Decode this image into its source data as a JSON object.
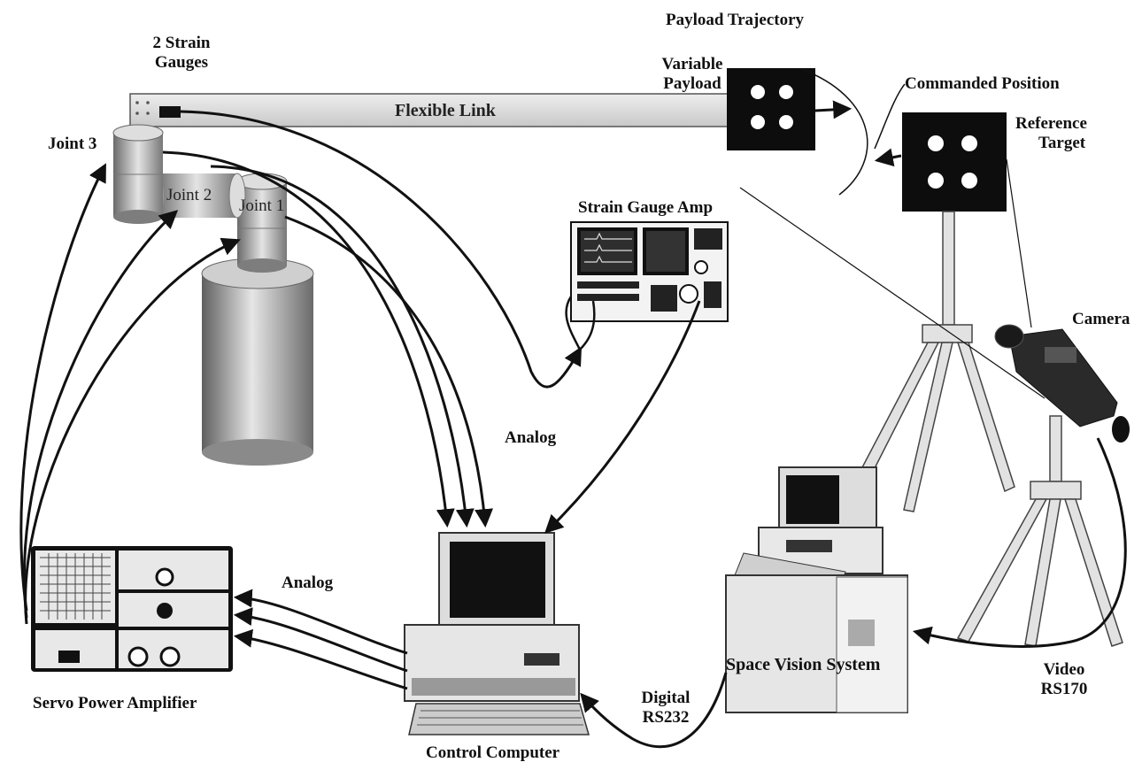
{
  "labels": {
    "strain_gauges_line1": "2 Strain",
    "strain_gauges_line2": "Gauges",
    "payload_trajectory": "Payload Trajectory",
    "variable_payload_line1": "Variable",
    "variable_payload_line2": "Payload",
    "commanded_position": "Commanded  Position",
    "reference_target_line1": "Reference",
    "reference_target_line2": "Target",
    "flexible_link": "Flexible Link",
    "joint_3": "Joint 3",
    "joint_2": "Joint 2",
    "joint_1": "Joint 1",
    "strain_gauge_amp": "Strain Gauge Amp",
    "camera": "Camera",
    "analog_upper": "Analog",
    "analog_lower": "Analog",
    "servo_power_amplifier": "Servo Power Amplifier",
    "control_computer": "Control Computer",
    "digital_line1": "Digital",
    "digital_line2": "RS232",
    "space_vision_system": "Space Vision System",
    "video_line1": "Video",
    "video_line2": "RS170"
  },
  "colors": {
    "ink": "#111111",
    "link_fill": "#d9d9d9",
    "cylinder_dark": "#6e6e6e",
    "cylinder_light": "#d8d8d8",
    "target_fill": "#0d0d0d"
  }
}
